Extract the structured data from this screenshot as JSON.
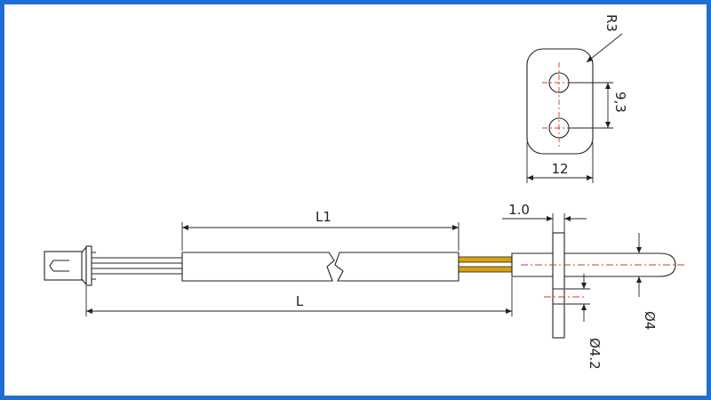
{
  "drawing": {
    "labels": {
      "L1": "L1",
      "L": "L",
      "flange_thickness": "1.0",
      "hole_spacing": "9,3",
      "plate_width": "12",
      "corner_radius": "R3",
      "probe_diameter": "Ø4",
      "hole_diameter": "Ø4.2"
    }
  },
  "colors": {
    "frame": "#1f6fd1",
    "line": "#222222",
    "centerline": "#e0342b",
    "wire_gold": "#d9a014"
  }
}
